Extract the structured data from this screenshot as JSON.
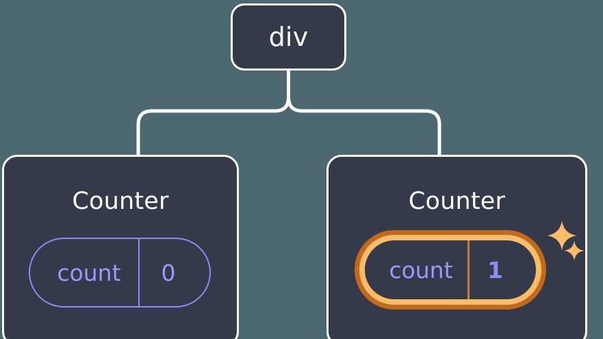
{
  "diagram": {
    "type": "component-tree",
    "background_color": "#4d6871",
    "node_fill_color": "#343a49",
    "node_border_color": "#ffffff",
    "connector_color": "#ffffff",
    "accent_purple": "#8b8df5",
    "highlight_orange_light": "#f9bc68",
    "highlight_orange_dark": "#c26a1c",
    "root": {
      "label": "div"
    },
    "children": [
      {
        "id": "counter-left",
        "title": "Counter",
        "highlighted": false,
        "state": {
          "key": "count",
          "value": "0"
        }
      },
      {
        "id": "counter-right",
        "title": "Counter",
        "highlighted": true,
        "state": {
          "key": "count",
          "value": "1"
        },
        "decorations": [
          "sparkle-large-icon",
          "sparkle-small-icon"
        ]
      }
    ]
  }
}
